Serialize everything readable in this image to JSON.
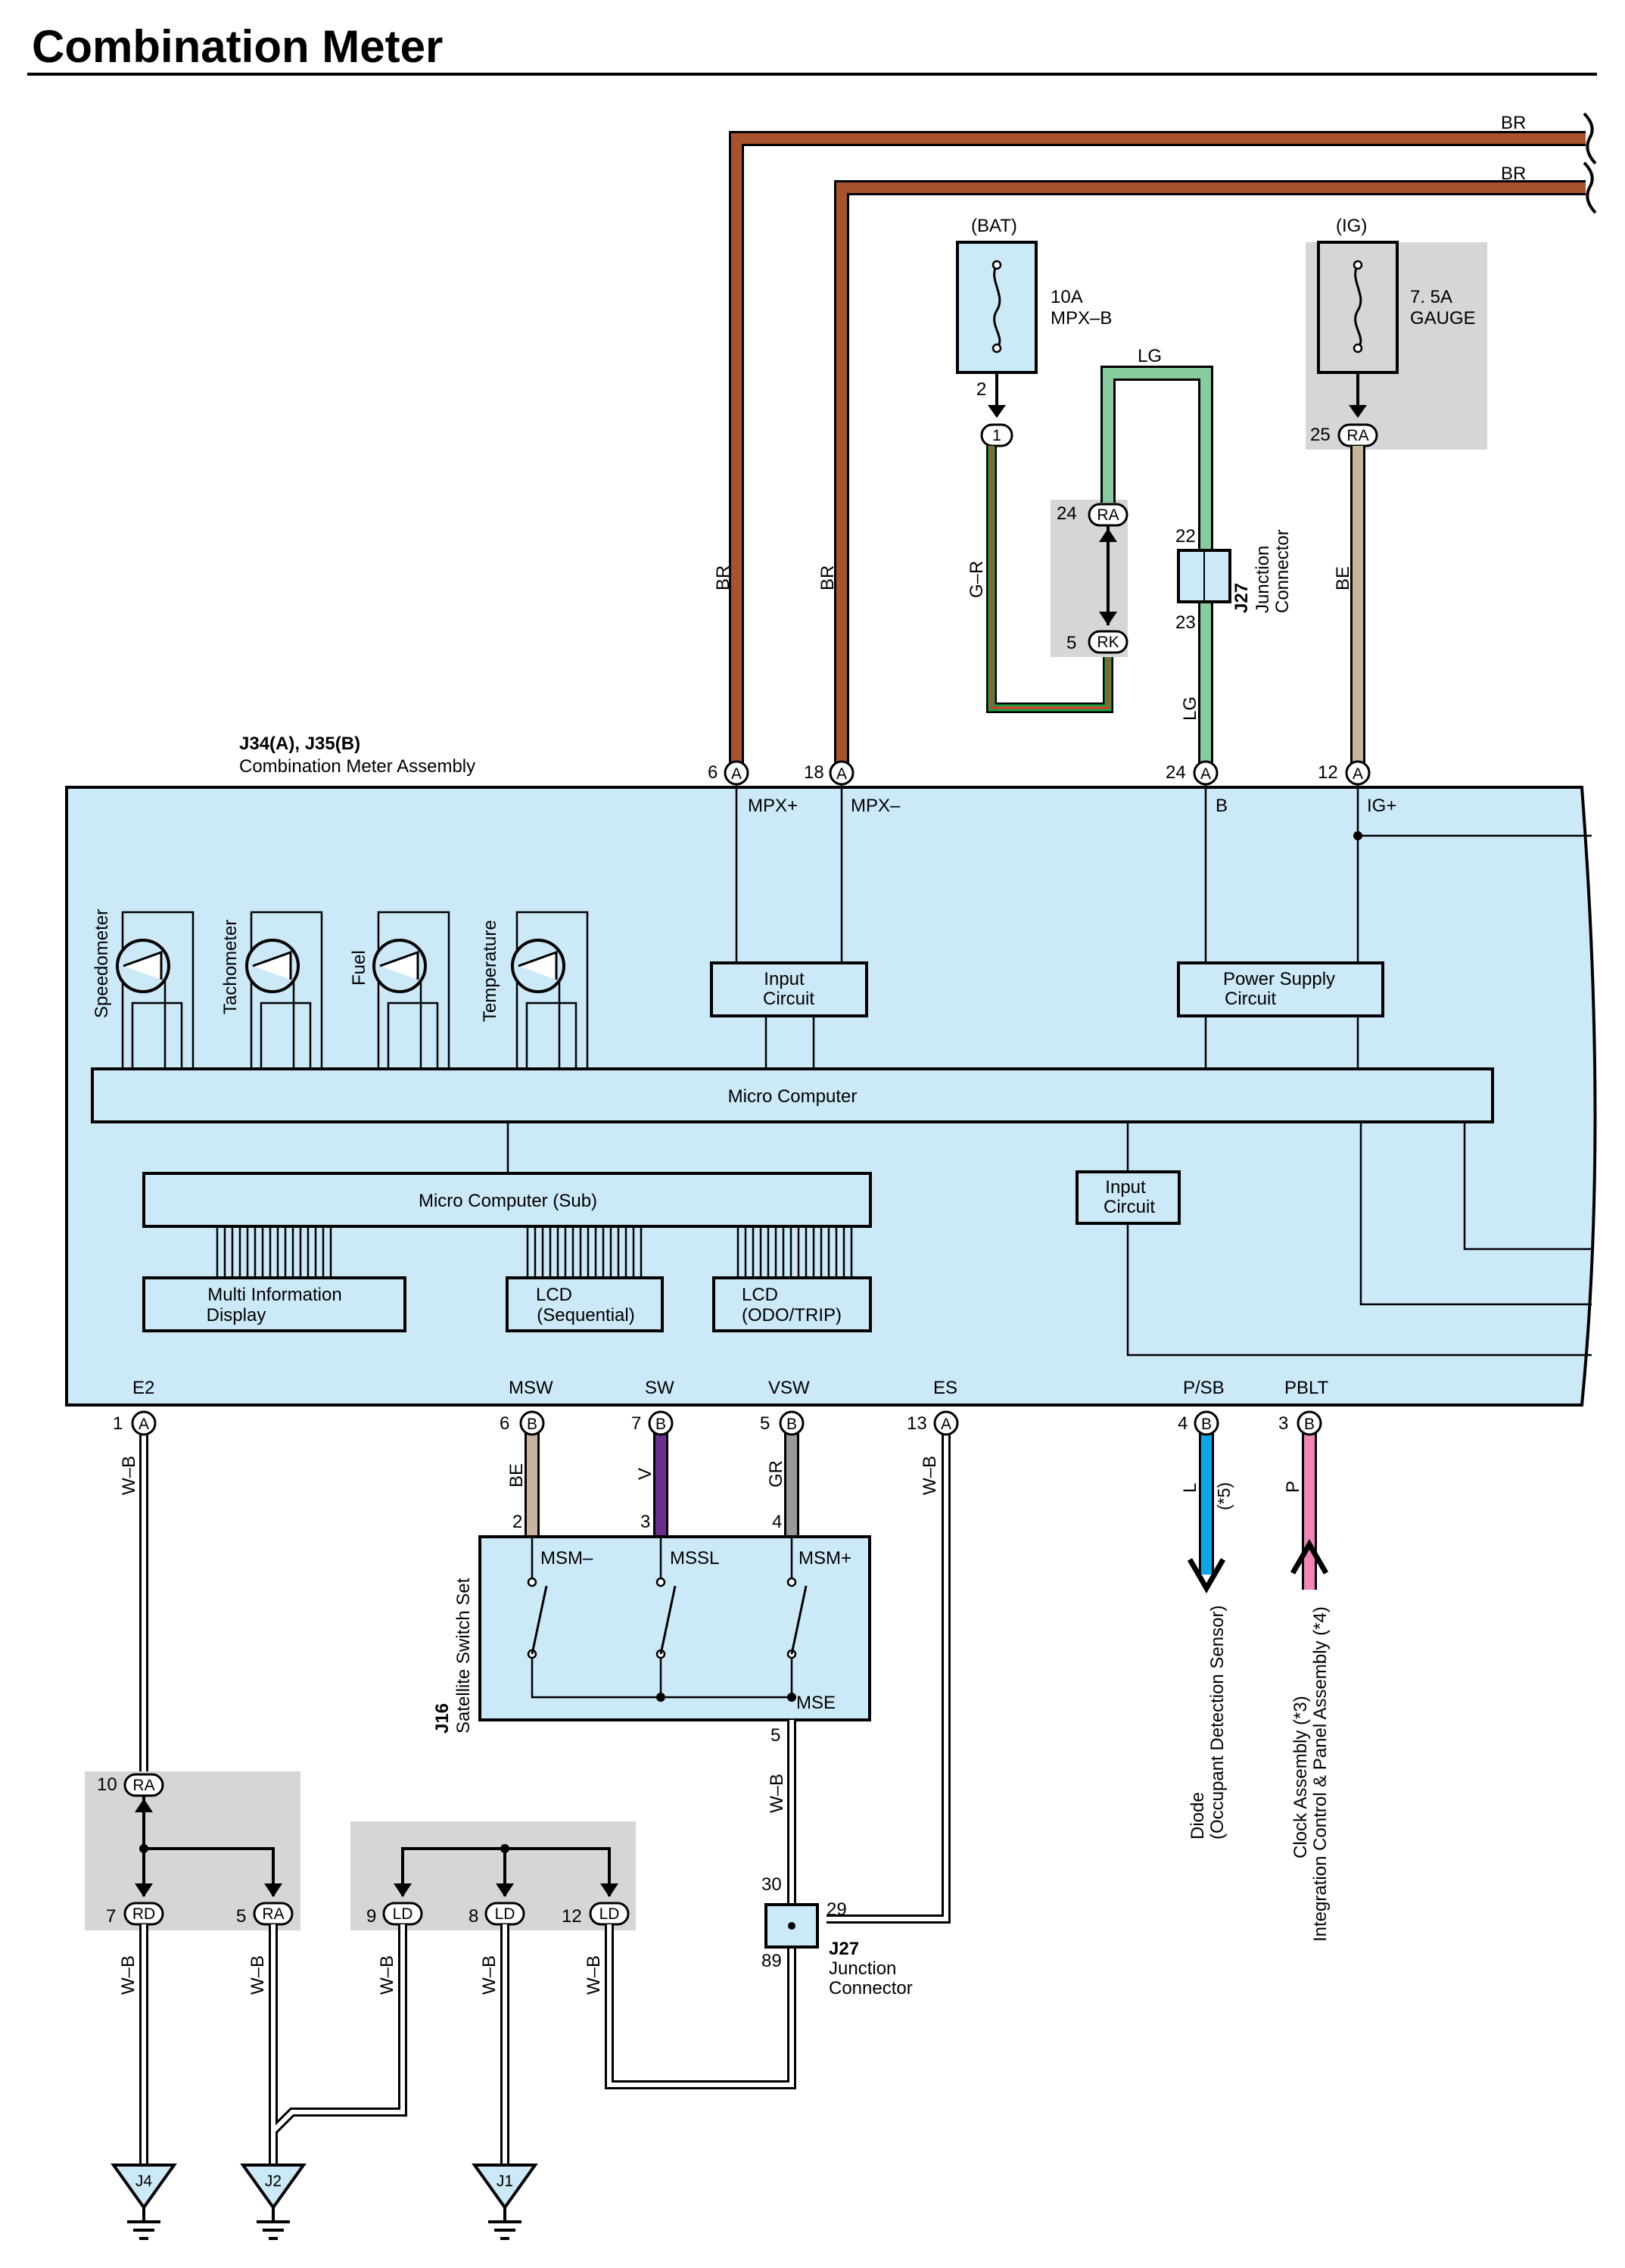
{
  "title": "Combination Meter",
  "assembly": {
    "id": "J34(A), J35(B)",
    "name": "Combination Meter Assembly"
  },
  "wire_colors": {
    "BR": "#a9532e",
    "LG": "#86cc9f",
    "BE": "#c6b59c",
    "V": "#6a2f8e",
    "GR": "#999999",
    "L": "#0aa6e8",
    "P": "#ef86b5",
    "G_R_green": "#1aa142",
    "G_R_red": "#e8312b"
  },
  "top_wires": {
    "br1": "BR",
    "br2": "BR"
  },
  "fuses": {
    "bat": {
      "source": "(BAT)",
      "rating": "10A",
      "name": "MPX–B",
      "pin": "2",
      "conn": "1"
    },
    "ig": {
      "source": "(IG)",
      "rating": "7. 5A",
      "name": "GAUGE",
      "pin": "25",
      "conn": "RA"
    }
  },
  "lg_top": "LG",
  "junction_top": {
    "id": "J27",
    "name1": "Junction",
    "name2": "Connector",
    "pin_a": "22",
    "pin_b": "23"
  },
  "mid_conn": {
    "a_num": "24",
    "a": "RA",
    "b_num": "5",
    "b": "RK"
  },
  "wire_labels_upper": {
    "br_a": "BR",
    "br_b": "BR",
    "gr": "G–R",
    "lg": "LG",
    "be": "BE"
  },
  "top_pins": [
    {
      "num": "6",
      "conn": "A",
      "sig": "MPX+"
    },
    {
      "num": "18",
      "conn": "A",
      "sig": "MPX–"
    },
    {
      "num": "24",
      "conn": "A",
      "sig": "B"
    },
    {
      "num": "12",
      "conn": "A",
      "sig": "IG+"
    }
  ],
  "gauges": [
    "Speedometer",
    "Tachometer",
    "Fuel",
    "Temperature"
  ],
  "blocks": {
    "input1": [
      "Input",
      "Circuit"
    ],
    "power": [
      "Power Supply",
      "Circuit"
    ],
    "micro": "Micro Computer",
    "micro_sub": "Micro Computer (Sub)",
    "input2": [
      "Input",
      "Circuit"
    ],
    "multi": [
      "Multi Information",
      "Display"
    ],
    "lcd_seq": [
      "LCD",
      "(Sequential)"
    ],
    "lcd_odo": [
      "LCD",
      "(ODO/TRIP)"
    ]
  },
  "bottom_pins": [
    {
      "sig": "E2",
      "num": "1",
      "conn": "A",
      "wire": "W–B"
    },
    {
      "sig": "MSW",
      "num": "6",
      "conn": "B",
      "wire": "BE",
      "sw_pin": "2"
    },
    {
      "sig": "SW",
      "num": "7",
      "conn": "B",
      "wire": "V",
      "sw_pin": "3"
    },
    {
      "sig": "VSW",
      "num": "5",
      "conn": "B",
      "wire": "GR",
      "sw_pin": "4"
    },
    {
      "sig": "ES",
      "num": "13",
      "conn": "A",
      "wire": "W–B"
    },
    {
      "sig": "P/SB",
      "num": "4",
      "conn": "B",
      "wire": "L",
      "note": "(*5)"
    },
    {
      "sig": "PBLT",
      "num": "3",
      "conn": "B",
      "wire": "P"
    }
  ],
  "switch_set": {
    "id": "J16",
    "name": "Satellite Switch Set",
    "labels": [
      "MSM–",
      "MSSL",
      "MSM+"
    ],
    "common": "MSE",
    "common_pin": "5",
    "wire": "W–B"
  },
  "diode": [
    "Diode",
    "(Occupant Detection Sensor)"
  ],
  "clock": [
    "Clock Assembly (*3)",
    "Integration Control & Panel Assembly (*4)"
  ],
  "ground_conn_left": {
    "top_num": "10",
    "top": "RA",
    "a_num": "7",
    "a": "RD",
    "b_num": "5",
    "b": "RA"
  },
  "ground_conn_mid": [
    {
      "num": "9",
      "conn": "LD"
    },
    {
      "num": "8",
      "conn": "LD"
    },
    {
      "num": "12",
      "conn": "LD"
    }
  ],
  "junction_bottom": {
    "id": "J27",
    "name1": "Junction",
    "name2": "Connector",
    "pin_top": "30",
    "pin_right": "29",
    "pin_bottom": "89"
  },
  "ground_wires": [
    "W–B",
    "W–B",
    "W–B",
    "W–B",
    "W–B"
  ],
  "grounds": [
    "J4",
    "J2",
    "J1"
  ]
}
